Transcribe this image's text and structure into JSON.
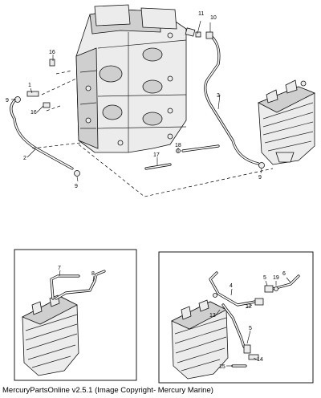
{
  "callouts": {
    "c1": "1",
    "c2": "2",
    "c3": "3",
    "c9a": "9",
    "c9b": "9",
    "c9c": "9",
    "c10": "10",
    "c11": "11",
    "c16a": "16",
    "c16b": "16",
    "c17": "17",
    "c18": "18",
    "inset1": {
      "c7": "7",
      "c8": "8"
    },
    "inset2": {
      "c4": "4",
      "c5a": "5",
      "c5b": "5",
      "c6": "6",
      "c12": "12",
      "c13": "13",
      "c14": "14",
      "c15": "15",
      "c19": "19"
    }
  },
  "footer": "MercuryPartsOnline v2.5.1 (Image Copyright- Mercury Marine)"
}
